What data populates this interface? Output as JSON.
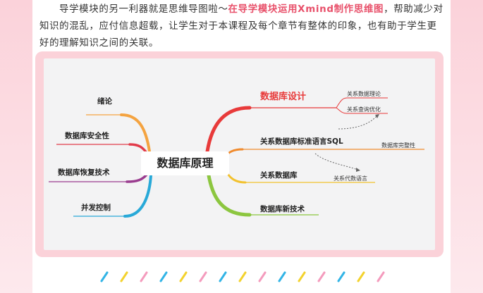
{
  "paragraph": {
    "text_before": "导学模块的另一利器就是思维导图啦～",
    "highlight": "在导学模块运用Xmind制作思维图",
    "text_after": "，帮助减少对知识的混乱，应付信息超载，让学生对于本课程及每个章节有整体的印象，也有助于学生更好的理解知识之间的关联。"
  },
  "mindmap": {
    "center": "数据库原理",
    "left_branches": [
      "绪论",
      "数据库安全性",
      "数据库恢复技术",
      "并发控制"
    ],
    "right_branches": {
      "design": "数据库设计",
      "sql": "关系数据库标准语言SQL",
      "relational": "关系数据库",
      "newtech": "数据库新技术"
    },
    "subtopics": {
      "theory": "关系数据理论",
      "query_opt": "关系查询优化",
      "integrity": "数据库完整性",
      "algebra": "关系代数语言"
    }
  },
  "colors": {
    "highlight": "#e8506a",
    "design_branch": "#e83a3a",
    "intro_branch": "#f4a340",
    "security_branch": "#e23b4a",
    "recovery_branch": "#9a3c8f",
    "concurrency_branch": "#28a9d8",
    "sql_branch": "#f08a2c",
    "relational_branch": "#f2c12e",
    "newtech_branch": "#8cc63f",
    "dash_palette": [
      "#32b4e6",
      "#f3d22e",
      "#f49bbd"
    ]
  }
}
